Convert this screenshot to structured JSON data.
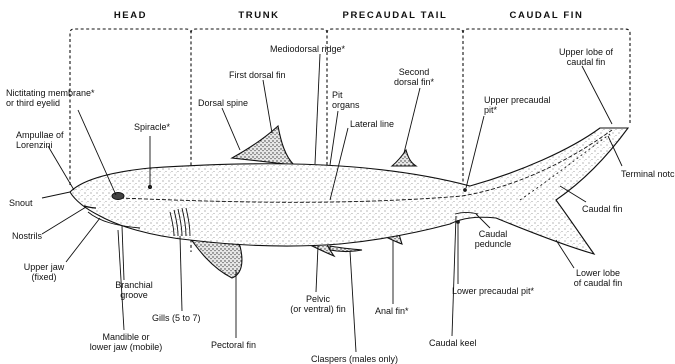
{
  "sections": {
    "head": "HEAD",
    "trunk": "TRUNK",
    "precaudal_tail": "PRECAUDAL TAIL",
    "caudal_fin": "CAUDAL FIN"
  },
  "labels": {
    "mediodorsal_ridge": "Mediodorsal ridge*",
    "first_dorsal_fin": "First dorsal fin",
    "second_dorsal_fin_l1": "Second",
    "second_dorsal_fin_l2": "dorsal fin*",
    "upper_lobe_l1": "Upper lobe of",
    "upper_lobe_l2": "caudal fin",
    "nictitating_l1": "Nictitating membrane*",
    "nictitating_l2": "or third eyelid",
    "dorsal_spine": "Dorsal spine",
    "pit_organs_l1": "Pit",
    "pit_organs_l2": "organs",
    "upper_precaudal_pit_l1": "Upper precaudal",
    "upper_precaudal_pit_l2": "pit*",
    "ampullae_l1": "Ampullae of",
    "ampullae_l2": "Lorenzini",
    "spiracle": "Spiracle*",
    "lateral_line": "Lateral line",
    "terminal_notch": "Terminal notc",
    "snout": "Snout",
    "caudal_fin": "Caudal fin",
    "nostrils": "Nostrils",
    "upper_jaw_l1": "Upper jaw",
    "upper_jaw_l2": "(fixed)",
    "caudal_peduncle_l1": "Caudal",
    "caudal_peduncle_l2": "peduncle",
    "branchial_groove_l1": "Branchial",
    "branchial_groove_l2": "groove",
    "lower_lobe_l1": "Lower lobe",
    "lower_lobe_l2": "of caudal fin",
    "gills": "Gills (5 to 7)",
    "pelvic_fin_l1": "Pelvic",
    "pelvic_fin_l2": "(or ventral) fin",
    "anal_fin": "Anal fin*",
    "lower_precaudal_pit": "Lower precaudal pit*",
    "mandible_l1": "Mandible or",
    "mandible_l2": "lower jaw (mobile)",
    "pectoral_fin": "Pectoral fin",
    "caudal_keel": "Caudal keel",
    "claspers": "Claspers (males only)"
  }
}
